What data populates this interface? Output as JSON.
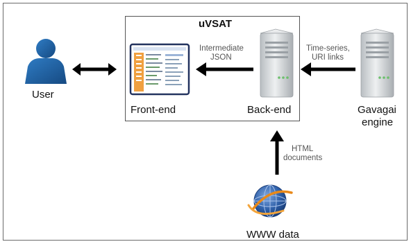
{
  "diagram": {
    "system_title": "uVSAT",
    "nodes": {
      "user": "User",
      "front_end": "Front-end",
      "back_end": "Back-end",
      "gavagai": [
        "Gavagai",
        "engine"
      ],
      "www": "WWW data"
    },
    "edge_labels": {
      "intermediate": [
        "Intermediate",
        "JSON"
      ],
      "time_series": [
        "Time-series,",
        "URI links"
      ],
      "html_docs": [
        "HTML",
        "documents"
      ]
    },
    "icons": {
      "user": "user-icon",
      "front_end": "web-app-screenshot-icon",
      "back_end": "server-icon",
      "gavagai": "server-icon",
      "www": "globe-icon"
    },
    "colors": {
      "user_blue": "#1f5f9e",
      "arrow": "#000000",
      "frame_border": "#6a6a6a",
      "server_body": "#cfd3d6",
      "globe_blue": "#2e5fa8",
      "globe_orbit": "#e8891a"
    }
  }
}
